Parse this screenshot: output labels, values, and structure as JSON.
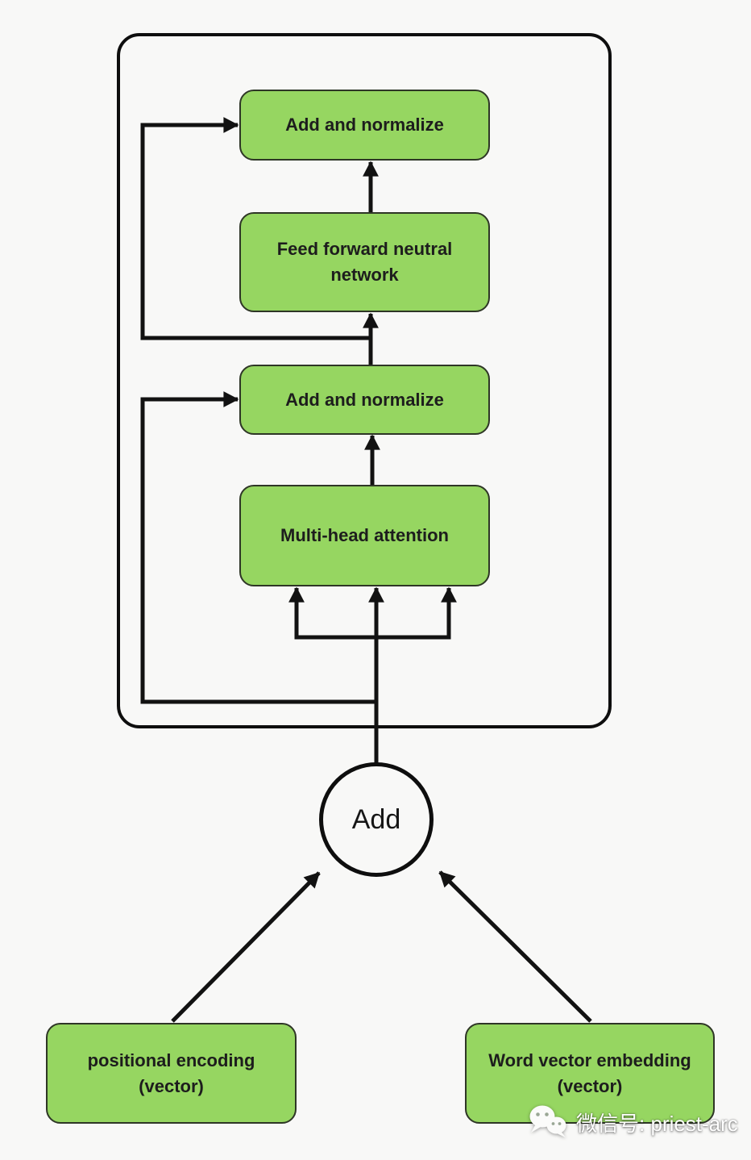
{
  "diagram": {
    "colors": {
      "bg": "#f8f8f7",
      "node-fill": "#96d661",
      "node-border": "#2e3626",
      "line": "#121212",
      "text": "#1d1d1d",
      "watermark": "#ffffff"
    },
    "encoder": {
      "nodes": [
        {
          "id": "add-normalize-top",
          "label": "Add and normalize"
        },
        {
          "id": "feed-forward-network",
          "label": "Feed forward neutral network"
        },
        {
          "id": "add-normalize-mid",
          "label": "Add and normalize"
        },
        {
          "id": "multi-head-attention",
          "label": "Multi-head attention"
        }
      ]
    },
    "add_node": {
      "label": "Add"
    },
    "inputs": [
      {
        "id": "positional-encoding",
        "label": "positional encoding (vector)"
      },
      {
        "id": "word-vector-embedding",
        "label": "Word vector embedding (vector)"
      }
    ],
    "watermark": {
      "icon": "wechat-icon",
      "text": "微信号: priest-arc"
    }
  }
}
